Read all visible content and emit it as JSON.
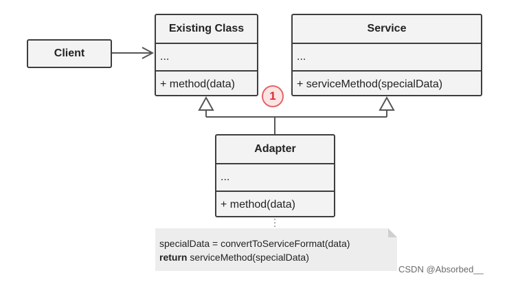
{
  "client": {
    "label": "Client"
  },
  "existing_class": {
    "title": "Existing Class",
    "fields": "...",
    "methods": "+ method(data)"
  },
  "service": {
    "title": "Service",
    "fields": "...",
    "methods": "+ serviceMethod(specialData)"
  },
  "adapter": {
    "title": "Adapter",
    "fields": "...",
    "methods": "+ method(data)"
  },
  "badge": {
    "number": "1"
  },
  "note": {
    "line1": "specialData = convertToServiceFormat(data)",
    "line2_keyword": "return",
    "line2_rest": " serviceMethod(specialData)"
  },
  "watermark": "CSDN @Absorbed__",
  "colors": {
    "box_fill": "#f3f3f3",
    "box_border": "#3d3d3d",
    "badge_fill": "#fde4e4",
    "badge_border": "#e06666",
    "badge_text": "#d62d2d",
    "note_fill": "#ededed"
  }
}
